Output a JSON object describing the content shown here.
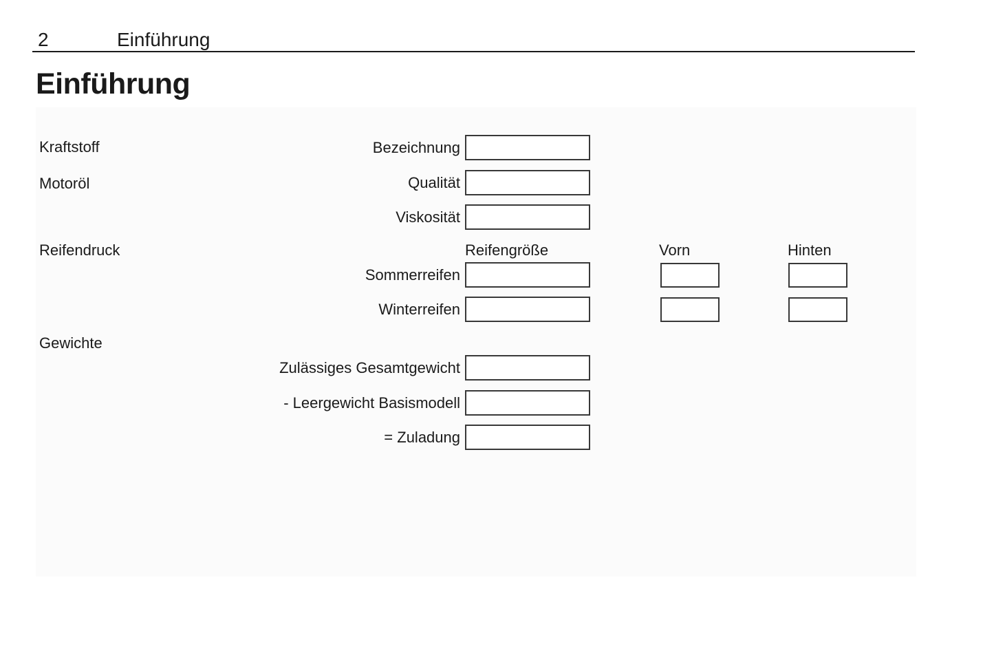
{
  "header": {
    "page_number": "2",
    "chapter": "Einführung"
  },
  "title": "Einführung",
  "form": {
    "sections": [
      {
        "name": "Kraftstoff"
      },
      {
        "name": "Motoröl"
      },
      {
        "name": "Reifendruck"
      },
      {
        "name": "Gewichte"
      }
    ],
    "columns": {
      "reifengroesse": "Reifengröße",
      "vorn": "Vorn",
      "hinten": "Hinten"
    },
    "fields": {
      "bezeichnung": {
        "label": "Bezeichnung",
        "value": ""
      },
      "qualitaet": {
        "label": "Qualität",
        "value": ""
      },
      "viskositaet": {
        "label": "Viskosität",
        "value": ""
      },
      "sommerreifen": {
        "label": "Sommerreifen",
        "groesse": "",
        "vorn": "",
        "hinten": ""
      },
      "winterreifen": {
        "label": "Winterreifen",
        "groesse": "",
        "vorn": "",
        "hinten": ""
      },
      "gesamtgewicht": {
        "label": "Zulässiges Gesamtgewicht",
        "value": ""
      },
      "leergewicht": {
        "label": "- Leergewicht Basismodell",
        "value": ""
      },
      "zuladung": {
        "label": "= Zuladung",
        "value": ""
      }
    }
  },
  "colors": {
    "panel_background": "#fbfbfb",
    "box_border": "#383838",
    "text": "#1a1a1a"
  }
}
